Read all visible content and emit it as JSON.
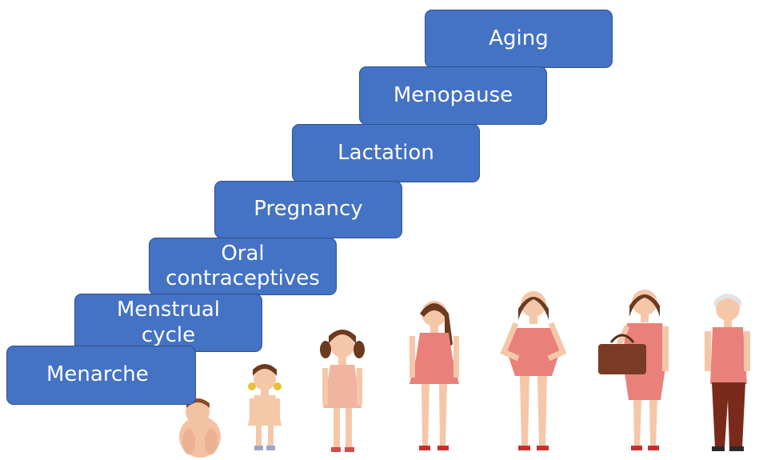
{
  "stages": [
    {
      "id": "aging",
      "label": "Aging"
    },
    {
      "id": "menopause",
      "label": "Menopause"
    },
    {
      "id": "lactation",
      "label": "Lactation"
    },
    {
      "id": "pregnancy",
      "label": "Pregnancy"
    },
    {
      "id": "oral",
      "line1": "Oral",
      "line2": "contraceptives"
    },
    {
      "id": "menstrual",
      "line1": "Menstrual",
      "line2": "cycle"
    },
    {
      "id": "menarche",
      "label": "Menarche"
    }
  ],
  "colors": {
    "box_fill": "#4472c4",
    "box_border": "#2f528f",
    "dress": "#e9807a",
    "skin": "#f5c7a9",
    "hair": "#6b3a20",
    "bag": "#7a3b26"
  },
  "figures": [
    "baby-figure",
    "toddler-figure",
    "child-figure",
    "teen-figure",
    "woman-figure",
    "mother-figure",
    "elderly-figure"
  ]
}
